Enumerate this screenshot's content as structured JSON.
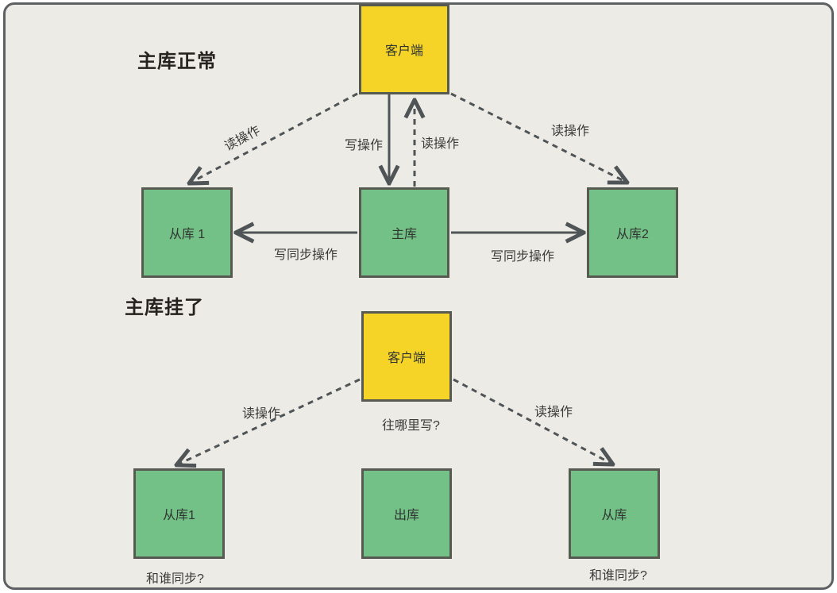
{
  "colors": {
    "background": "#edebe6",
    "frame_border": "#5d6163",
    "client_fill": "#f6d327",
    "db_fill": "#73c186",
    "box_border": "#565a50",
    "arrow": "#4f5456",
    "text": "#3a3b38"
  },
  "section1": {
    "title": "主库正常",
    "client": "客户端",
    "slave1": "从库 1",
    "master": "主库",
    "slave2": "从库2",
    "label_read_left": "读操作",
    "label_write": "写操作",
    "label_read_up": "读操作",
    "label_read_right": "读操作",
    "label_sync_left": "写同步操作",
    "label_sync_right": "写同步操作"
  },
  "section2": {
    "title": "主库挂了",
    "client": "客户端",
    "slave1": "从库1",
    "center": "出库",
    "slave2": "从库",
    "label_read_left": "读操作",
    "label_read_right": "读操作",
    "label_where_write": "往哪里写?",
    "label_sync_who_left": "和谁同步?",
    "label_sync_who_right": "和谁同步?"
  }
}
